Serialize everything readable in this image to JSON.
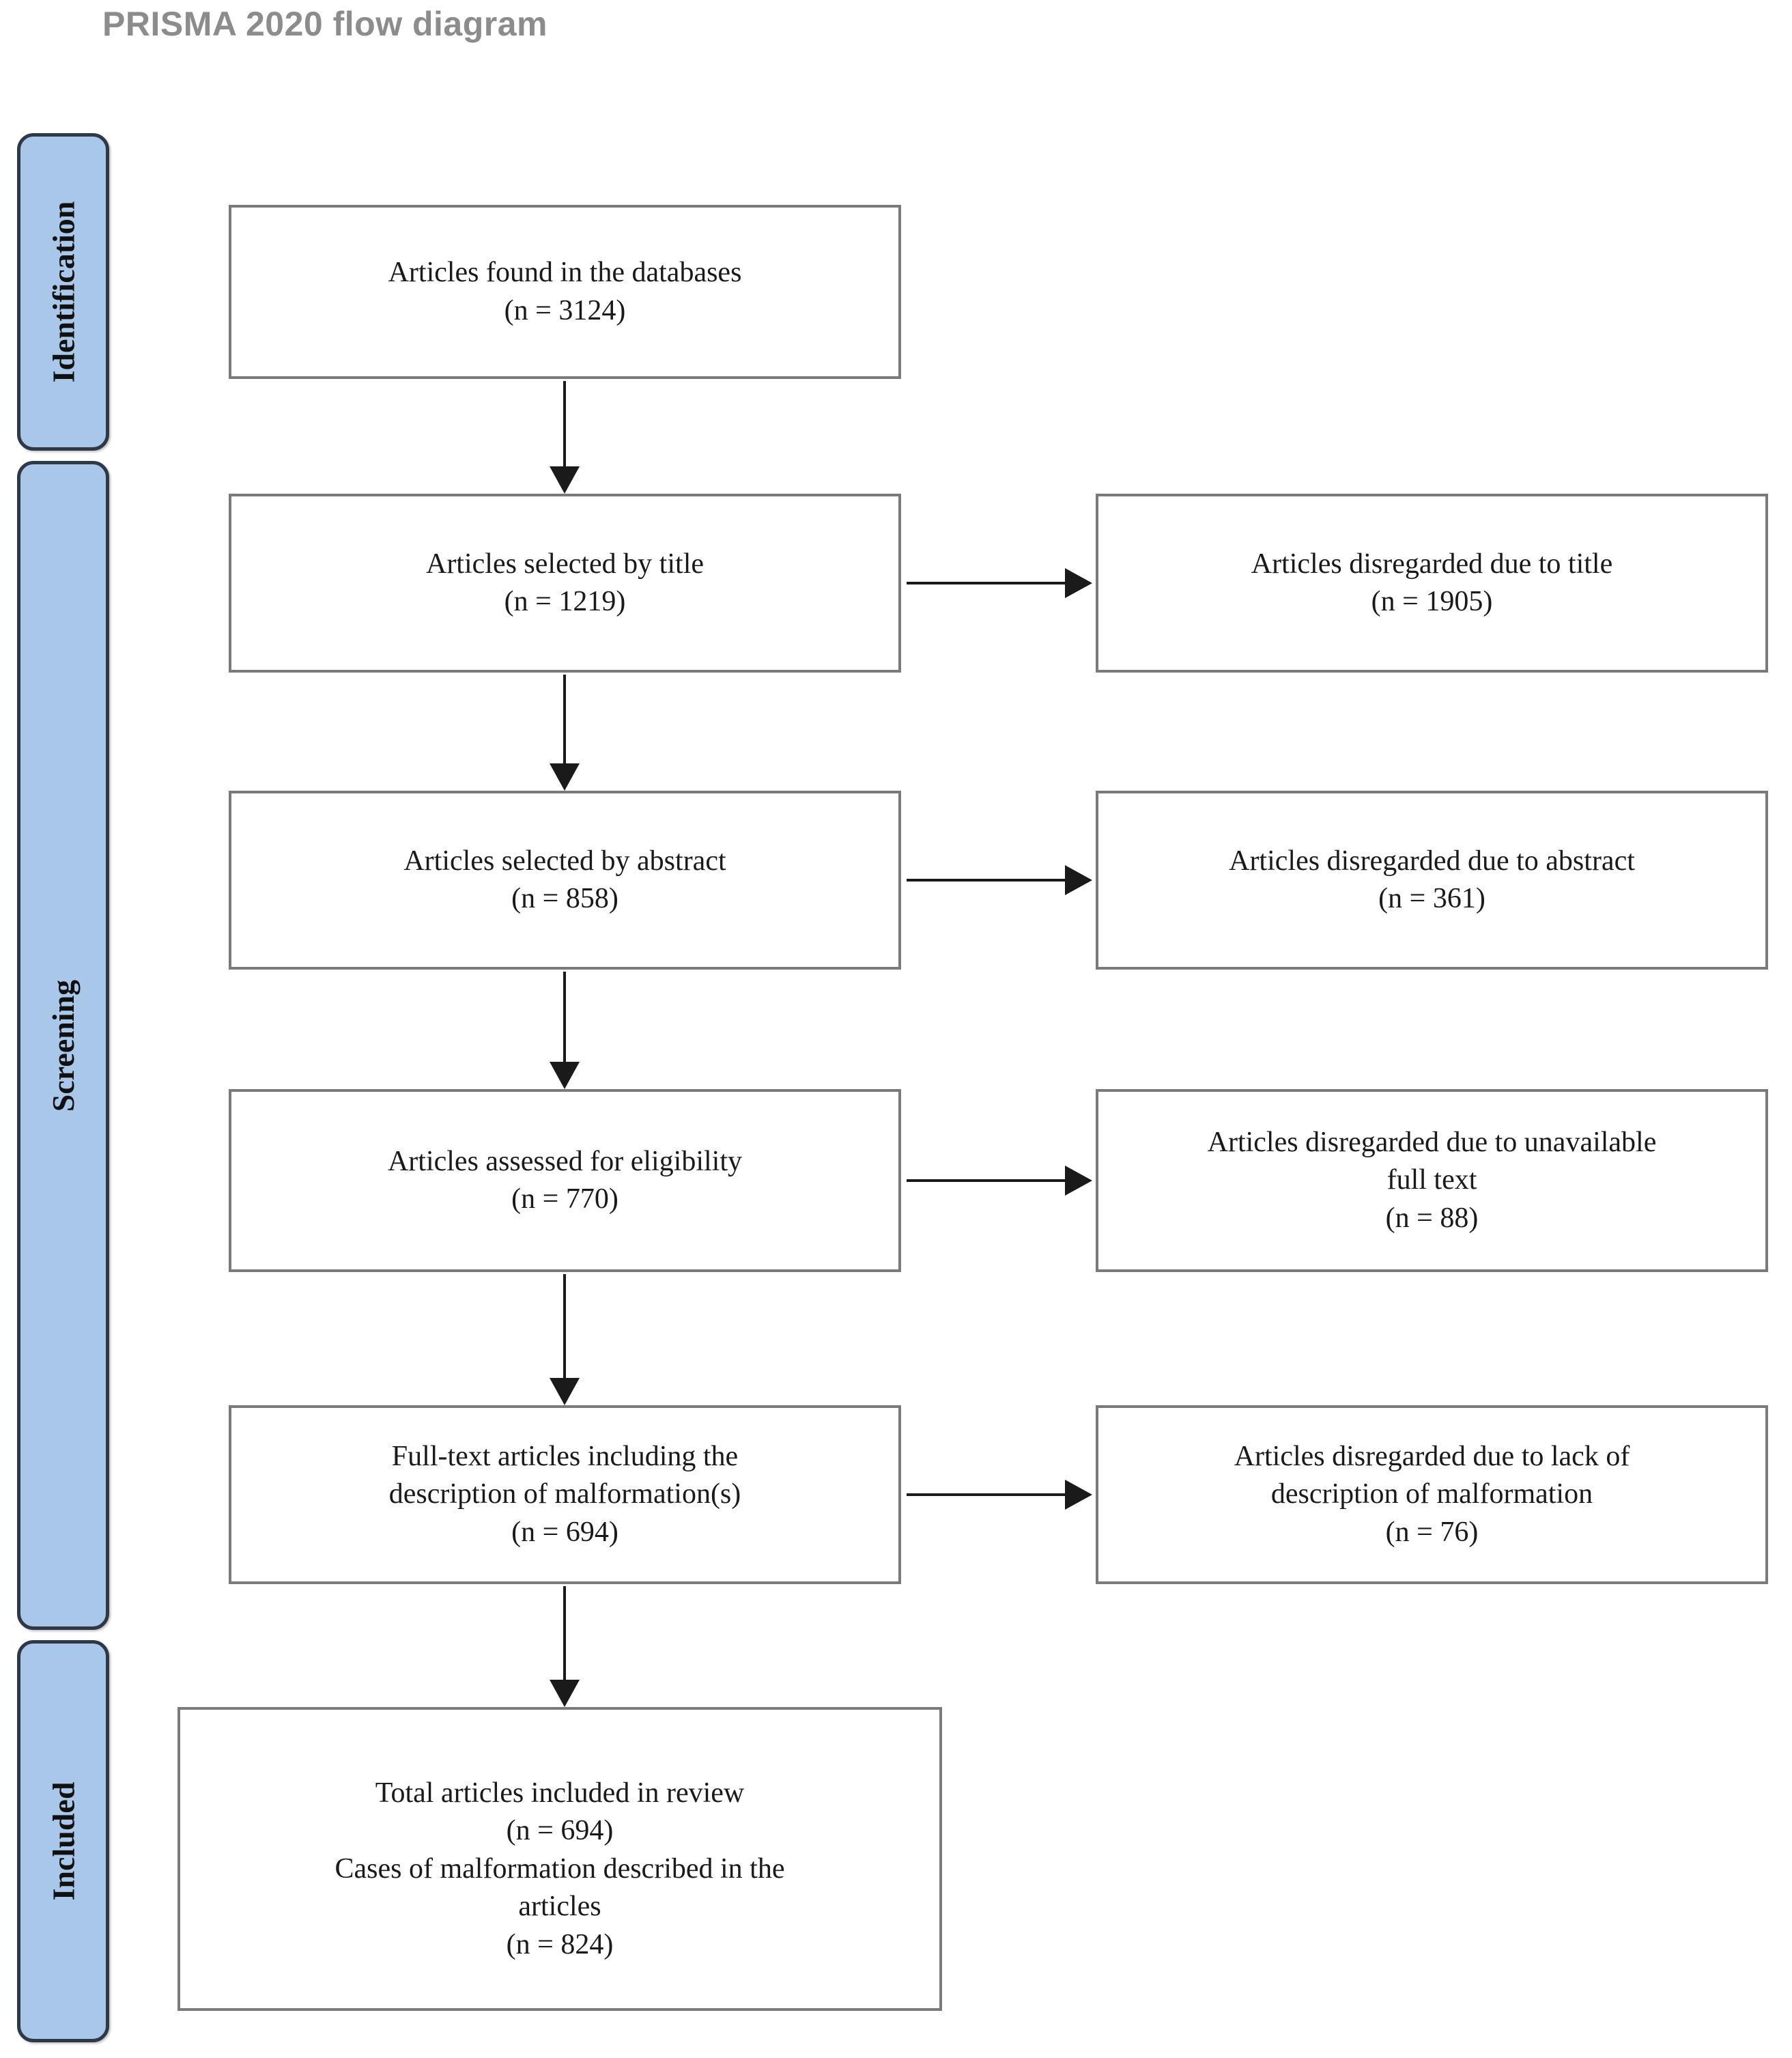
{
  "title": "PRISMA 2020 flow diagram",
  "stages": {
    "identification": "Identification",
    "screening": "Screening",
    "included": "Included"
  },
  "flow": {
    "found": {
      "lines": [
        "Articles found in the databases",
        "(n = 3124)"
      ]
    },
    "selected_by_title": {
      "lines": [
        "Articles selected by title",
        "(n = 1219)"
      ]
    },
    "selected_by_abstract": {
      "lines": [
        "Articles selected by abstract",
        "(n = 858)"
      ]
    },
    "assessed_for_eligibility": {
      "lines": [
        "Articles assessed for eligibility",
        "(n = 770)"
      ]
    },
    "fulltext_with_description": {
      "lines": [
        "Full-text articles including the",
        "description of malformation(s)",
        "(n = 694)"
      ]
    },
    "included_total": {
      "lines": [
        "Total articles included in review",
        "(n = 694)",
        "Cases of malformation described in the",
        "articles",
        "(n = 824)"
      ]
    }
  },
  "excluded": {
    "by_title": {
      "lines": [
        "Articles disregarded due to title",
        "(n = 1905)"
      ]
    },
    "by_abstract": {
      "lines": [
        "Articles disregarded due to abstract",
        "(n = 361)"
      ]
    },
    "unavailable_fulltext": {
      "lines": [
        "Articles disregarded due to unavailable",
        "full text",
        "(n = 88)"
      ]
    },
    "lack_of_description": {
      "lines": [
        "Articles disregarded due to lack of",
        "description of malformation",
        "(n = 76)"
      ]
    }
  },
  "colors": {
    "stage_fill": "#A9C7E8",
    "stage_border": "#2F3847",
    "box_border": "#7a7a7a",
    "arrow": "#1a1a1a",
    "title_text": "#8c8c8c"
  }
}
